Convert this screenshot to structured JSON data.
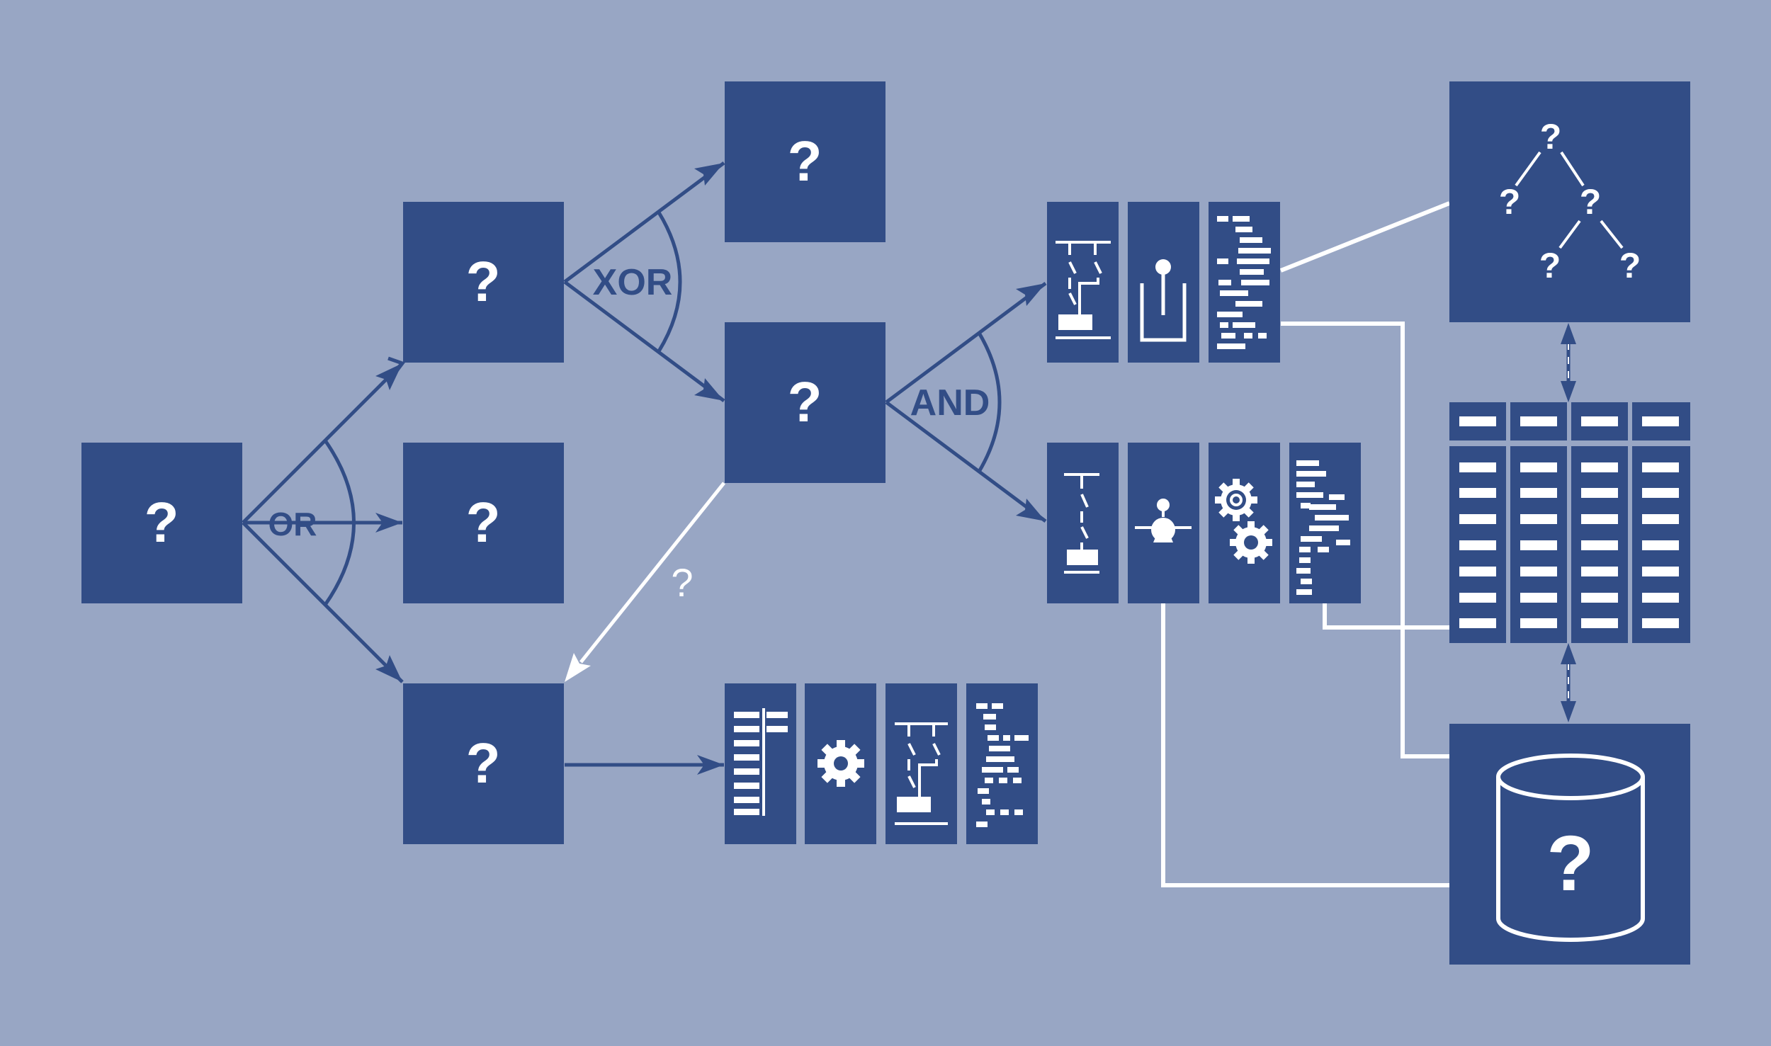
{
  "colors": {
    "background": "#98a6c4",
    "box": "#324d86",
    "line_dark": "#324d86",
    "line_light": "#ffffff",
    "glyph": "#ffffff"
  },
  "nodes": {
    "start": "?",
    "or_top": "?",
    "or_middle": "?",
    "or_bottom": "?",
    "xor_top": "?",
    "xor_bottom": "?",
    "tree_root": "?",
    "tree_left": "?",
    "tree_right": "?",
    "tree_right_left": "?",
    "tree_right_right": "?",
    "database": "?"
  },
  "gates": {
    "or": "OR",
    "xor": "XOR",
    "and": "AND"
  },
  "edge_labels": {
    "feedback": "?"
  },
  "icons": {
    "bottom_module": [
      "list-icon",
      "gear-icon",
      "ladder-logic-icon",
      "code-blocks-icon"
    ],
    "and_top_module": [
      "ladder-logic-icon",
      "tank-sensor-icon",
      "code-blocks-icon"
    ],
    "and_bottom_module": [
      "ladder-logic-icon",
      "pump-icon",
      "gears-icon",
      "code-blocks-icon"
    ],
    "tree": "tree-icon",
    "table": "table-icon",
    "database": "database-icon"
  }
}
